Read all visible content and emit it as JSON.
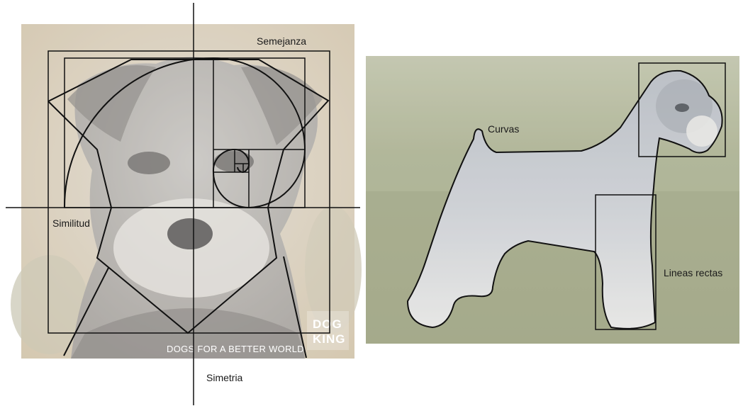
{
  "left_panel": {
    "labels": {
      "semejanza": "Semejanza",
      "similitud": "Similitud",
      "simetria": "Simetria"
    },
    "watermark": {
      "logo_line1": "DOG",
      "logo_line2": "KING",
      "tagline": "DOGS FOR A BETTER WORLD"
    }
  },
  "right_panel": {
    "labels": {
      "curvas": "Curvas",
      "lineas_rectas": "Lineas rectas"
    }
  },
  "colors": {
    "background": "#ffffff",
    "line": "#111111",
    "photo_left": "#cfc6b6",
    "photo_right": "#a9b08f",
    "dog_silver": "#c2c6cc"
  }
}
